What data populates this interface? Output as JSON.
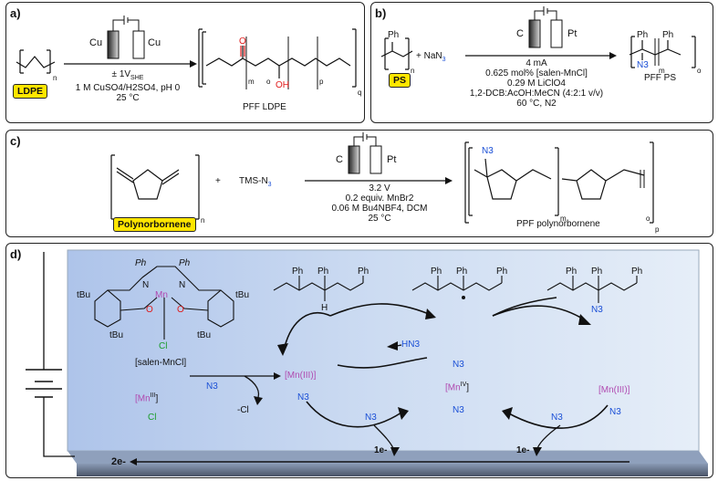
{
  "panel_a": {
    "label": "a)",
    "electrode_left": "Cu",
    "electrode_right": "Cu",
    "substrate": "LDPE",
    "conditions": [
      "± 1V",
      "1 M CuSO4/H2SO4, pH 0",
      "25 °C"
    ],
    "volt_sub": "SHE",
    "product": "PFF LDPE",
    "sub_n": "n",
    "sub_m": "m",
    "sub_o": "o",
    "sub_p": "p",
    "sub_q": "q",
    "o_label": "O",
    "oh_label": "OH"
  },
  "panel_b": {
    "label": "b)",
    "reagent_ph": "Ph",
    "reagent": "+ NaN",
    "reagent_sub": "3",
    "electrode_left": "C",
    "electrode_right": "Pt",
    "substrate": "PS",
    "conditions": [
      "4 mA",
      "0.625 mol% [salen-MnCl]",
      "0.29 M LiClO4",
      "1,2-DCB:AcOH:MeCN (4:2:1 v/v)",
      "60 °C, N2"
    ],
    "product": "PFF PS",
    "n3": "N3",
    "sub_n": "n",
    "sub_m": "m",
    "sub_o": "o"
  },
  "panel_c": {
    "label": "c)",
    "plus": "+",
    "reagent": "TMS-N",
    "reagent_sub": "3",
    "electrode_left": "C",
    "electrode_right": "Pt",
    "substrate": "Polynorbornene",
    "conditions": [
      "3.2 V",
      "0.2 equiv. MnBr2",
      "0.06 M Bu4NBF4, DCM",
      "25 °C"
    ],
    "product": "PPF polynorbornene",
    "n3": "N3",
    "sub_n": "n",
    "sub_m": "m",
    "sub_o": "o",
    "sub_p": "p"
  },
  "panel_d": {
    "label": "d)",
    "catalyst_name": "[salen-MnCl]",
    "catalyst_ph1": "Ph",
    "catalyst_ph2": "Ph",
    "catalyst_n1": "N",
    "catalyst_n2": "N",
    "catalyst_mn": "Mn",
    "catalyst_o1": "O",
    "catalyst_o2": "O",
    "catalyst_cl": "Cl",
    "tbu": "tBu",
    "mn3_cl_top": "[Mn",
    "mn3_cl_sup": "III",
    "mn3_cl_bottom": "Cl",
    "n3_anion": "N3",
    "minus_cl": "-Cl",
    "mn3_n3_left": "[Mn(III)]",
    "mn3_n3_right": "[Mn(III)]",
    "mn4": "[Mn",
    "mn4_sup": "IV",
    "hn3": "HN3",
    "ph": "Ph",
    "h": "H",
    "n3": "N3",
    "electron": "1e-",
    "two_electron": "2e-"
  },
  "colors": {
    "azide_blue": "#1a4fd6",
    "oxygen_red": "#e01b1b",
    "chlorine_green": "#1a9c2a",
    "manganese_magenta": "#b04ab0",
    "highlight_yellow": "#ffe600",
    "cell_blue": "#c9daf3"
  }
}
